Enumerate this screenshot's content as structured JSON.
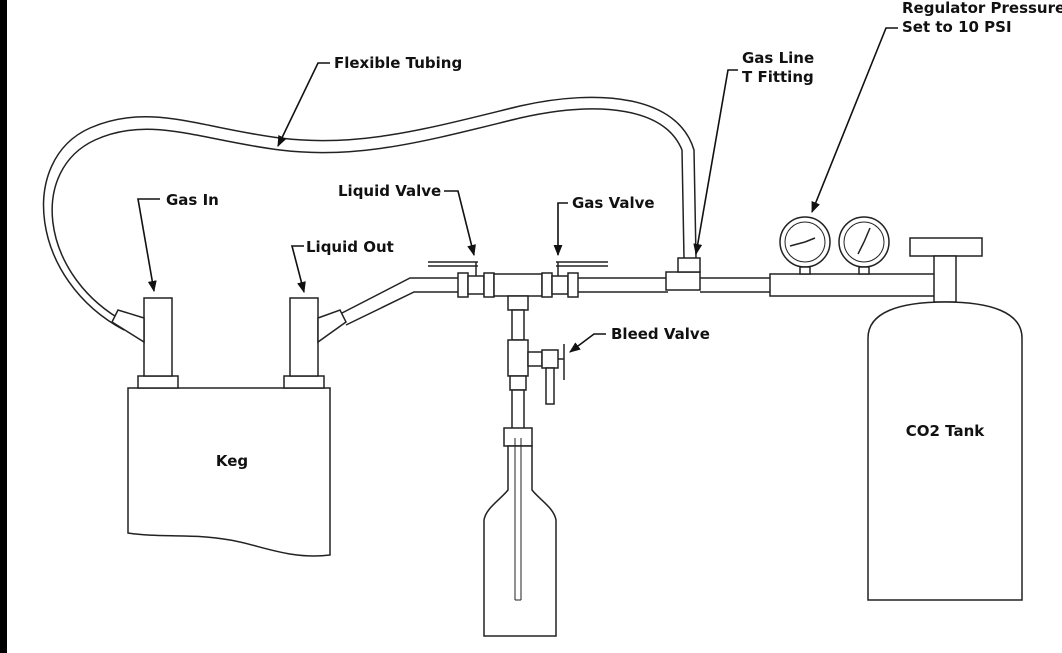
{
  "labels": {
    "flexible_tubing": "Flexible Tubing",
    "gas_in": "Gas In",
    "liquid_out": "Liquid Out",
    "liquid_valve": "Liquid Valve",
    "gas_valve": "Gas Valve",
    "gas_line": "Gas Line",
    "t_fitting": "T Fitting",
    "regulator_1": "Regulator Pressure",
    "regulator_2": "Set to 10 PSI",
    "bleed_valve": "Bleed Valve",
    "keg": "Keg",
    "co2_tank": "CO2 Tank"
  }
}
